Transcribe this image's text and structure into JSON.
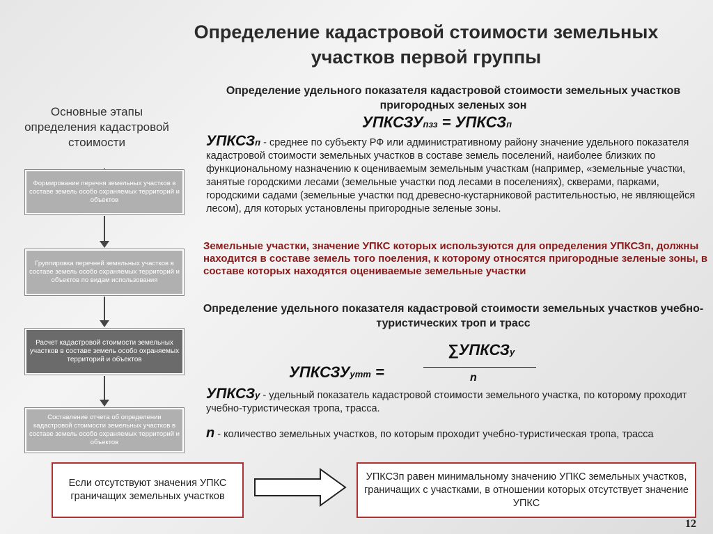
{
  "title": {
    "line1": "Определение кадастровой стоимости земельных",
    "line2": "участков первой группы"
  },
  "left_heading": "Основные этапы определения кадастровой стоимости",
  "steps": [
    "Формирование перечня земельных участков в составе земель особо охраняемых территорий и объектов",
    "Группировка перечней земельных участков в составе земель особо охраняемых территорий и объектов по видам использования",
    "Расчет кадастровой стоимости земельных участков в составе земель особо охраняемых территорий и объектов",
    "Составление отчета об определении кадастровой стоимости земельных участков в составе земель особо охраняемых территорий и объектов"
  ],
  "section1": {
    "heading": "Определение удельного показателя кадастровой стоимости земельных участков пригородных зеленых зон",
    "formula_left": "УПКСЗУ",
    "formula_left_sub": "пзз",
    "formula_eq": "=",
    "formula_right": "УПКСЗ",
    "formula_right_sub": "п",
    "def_symbol": "УПКСЗ",
    "def_symbol_sub": "п",
    "def_text": " - среднее по субъекту РФ или административному району значение удельного показателя кадастровой стоимости земельных участков в составе земель поселений, наиболее близких по функциональному назначению к оцениваемым земельным участкам (например, «земельные участки, занятые городскими лесами (земельные участки под лесами в поселениях), скверами, парками, городскими садами (земельные участки под древесно-кустарниковой растительностью, не являющейся лесом), для которых установлены пригородные зеленые зоны.",
    "note": "Земельные участки, значение УПКС которых используются для определения УПКСЗп, должны находится в составе земель того поеления, к которому относятся пригородные зеленые зоны, в составе которых находятся оцениваемые земельные участки"
  },
  "section2": {
    "heading": "Определение удельного показателя кадастровой стоимости земельных участков учебно-туристических троп и трасс",
    "formula_left": "УПКСЗУ",
    "formula_left_sub": "утт",
    "formula_eq": "=",
    "numerator": "∑УПКСЗ",
    "numerator_sub": "у",
    "denominator": "n",
    "def1_symbol": "УПКСЗ",
    "def1_symbol_sub": "у",
    "def1_text": " - удельный показатель кадастровой стоимости земельного участка, по которому проходит учебно-туристическая тропа, трасса.",
    "def2_symbol": "n",
    "def2_text": " - количество земельных участков, по которым проходит учебно-туристическая тропа, трасса"
  },
  "bottom": {
    "left_box": "Если отсутствуют значения УПКС граничащих земельных участков",
    "right_box": "УПКСЗп равен минимальному значению УПКС земельных участков, граничащих с участками, в отношении которых отсутствует значение УПКС"
  },
  "page_number": "12"
}
